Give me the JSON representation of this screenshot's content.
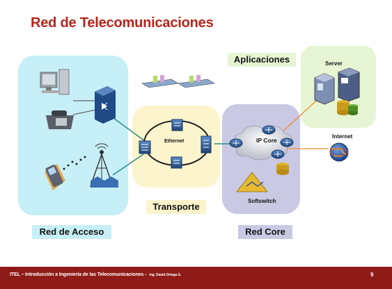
{
  "slide": {
    "title": "Red de Telecomunicaciones",
    "page_number": "9",
    "footer": {
      "main": "ITEL – Introducción a Ingeniería de las Telecomunicaciones  -",
      "author": "Ing. David Ortega G."
    }
  },
  "zones": {
    "access": "Red de Acceso",
    "transport": "Transporte",
    "core": "Red Core",
    "applications": "Aplicaciones"
  },
  "labels": {
    "ethernet": "Ethernet",
    "ip_core": "IP Core",
    "server": "Server",
    "internet": "Internet",
    "softswitch": "Softswitch"
  },
  "colors": {
    "title": "#b8241a",
    "footer": "#8e1b17",
    "access_zone": "#c7eff7",
    "transport_zone": "#fbf4cc",
    "core_zone": "#c9c9e4",
    "applications_zone": "#e6f5d4",
    "link_teal": "#2a8c8c",
    "link_orange": "#f08a2a",
    "router": "#2c5e9a"
  }
}
